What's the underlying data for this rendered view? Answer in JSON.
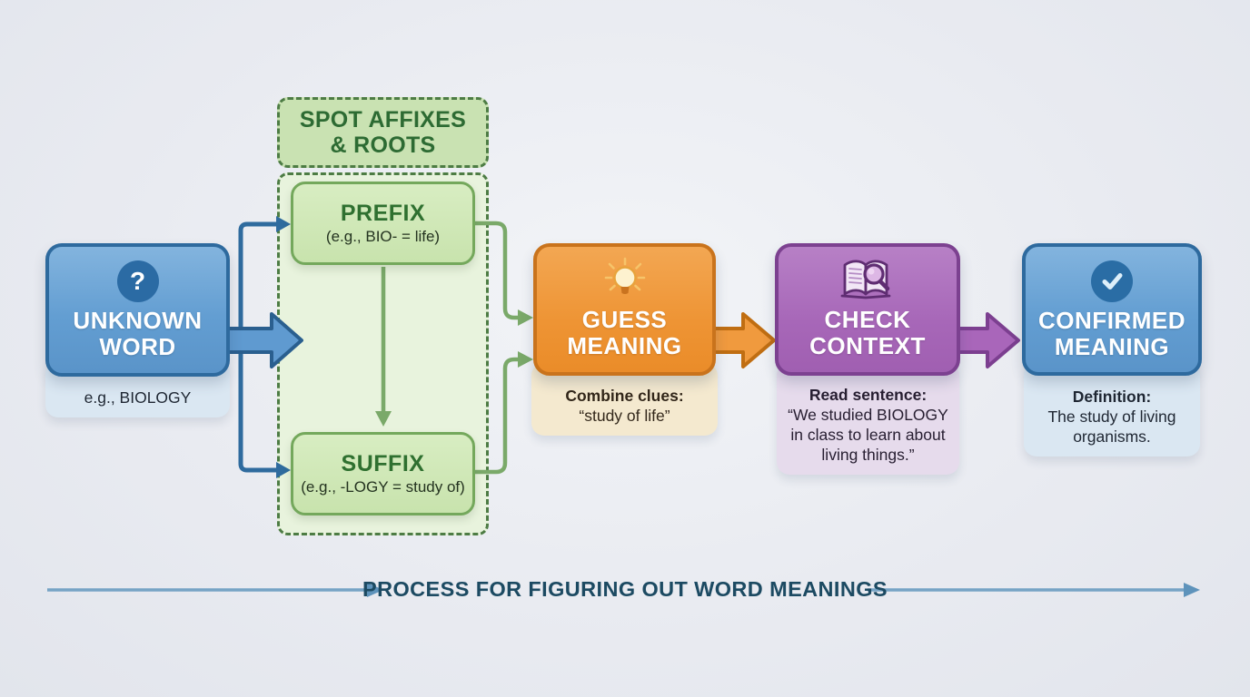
{
  "palette": {
    "background": "#e9ebf1",
    "blue_fill": "#639ed2",
    "blue_border": "#2e6a9e",
    "blue_panel": "#dae7f2",
    "green_fill": "#cde5b6",
    "green_border": "#4d7c44",
    "green_container": "#e8f3dd",
    "orange_fill": "#ee9434",
    "orange_border": "#c9731c",
    "orange_panel": "#f4e9cf",
    "purple_fill": "#a767b8",
    "purple_border": "#7c4190",
    "purple_panel": "#e6dbec",
    "connector_blue": "#2f6b9e",
    "connector_green": "#7aa969",
    "footer_arrow": "#76a3c5",
    "footer_text": "#1c4a62"
  },
  "nodes": {
    "unknown": {
      "icon": "question-icon",
      "icon_glyph": "?",
      "title1": "UNKNOWN",
      "title2": "WORD",
      "note": "e.g., BIOLOGY"
    },
    "affixes": {
      "header1": "SPOT AFFIXES",
      "header2": "& ROOTS",
      "prefix": {
        "title": "PREFIX",
        "subtitle": "(e.g., BIO- = life)"
      },
      "suffix": {
        "title": "SUFFIX",
        "subtitle": "(e.g., -LOGY = study of)"
      }
    },
    "guess": {
      "icon": "lightbulb-icon",
      "title1": "GUESS",
      "title2": "MEANING",
      "note_label": "Combine clues:",
      "note": "“study of life”"
    },
    "context": {
      "icon": "book-magnifier-icon",
      "title1": "CHECK",
      "title2": "CONTEXT",
      "note_label": "Read sentence:",
      "note1": "“We studied BIOLOGY",
      "note2": "in class to learn about",
      "note3": "living things.”"
    },
    "confirmed": {
      "icon": "checkmark-icon",
      "title1": "CONFIRMED",
      "title2": "MEANING",
      "note_label": "Definition:",
      "note1": "The study of living",
      "note2": "organisms."
    }
  },
  "footer": {
    "label": "PROCESS FOR FIGURING OUT WORD MEANINGS"
  }
}
